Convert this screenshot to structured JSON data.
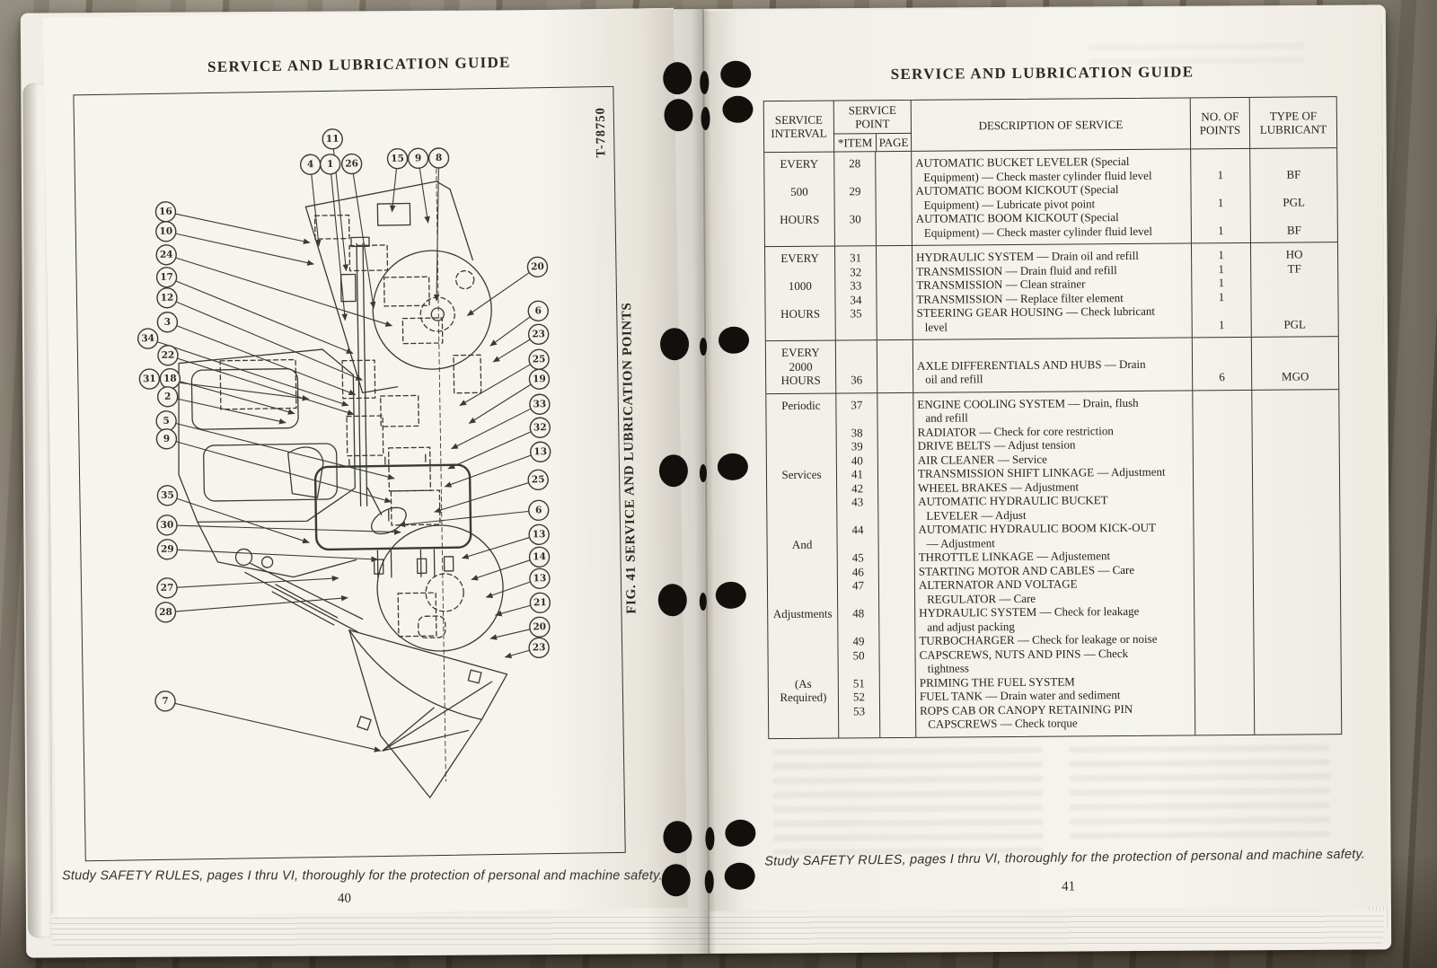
{
  "colors": {
    "page_bg": "#f4f2ec",
    "ink": "#35332d",
    "hole": "#12100c"
  },
  "left_page": {
    "title": "SERVICE AND LUBRICATION GUIDE",
    "drawing_number": "T-78750",
    "figure_caption": "FIG. 41 SERVICE AND LUBRICATION POINTS",
    "footer": "Study SAFETY RULES, pages I thru VI, thoroughly for the protection of personal and machine safety.",
    "page_number": "40",
    "diagram": {
      "callouts": [
        {
          "n": "11",
          "c": [
            287,
            53
          ],
          "t": [
            300,
            200
          ]
        },
        {
          "n": "4",
          "c": [
            262,
            81
          ],
          "t": [
            270,
            172
          ]
        },
        {
          "n": "1",
          "c": [
            284,
            81
          ],
          "t": [
            298,
            255
          ]
        },
        {
          "n": "26",
          "c": [
            308,
            81
          ],
          "t": [
            330,
            242
          ]
        },
        {
          "n": "15",
          "c": [
            359,
            76
          ],
          "t": [
            352,
            135
          ]
        },
        {
          "n": "9",
          "c": [
            382,
            76
          ],
          "t": [
            392,
            148
          ]
        },
        {
          "n": "8",
          "c": [
            405,
            76
          ],
          "t": [
            400,
            235
          ]
        },
        {
          "n": "16",
          "c": [
            100,
            131
          ],
          "t": [
            260,
            168
          ]
        },
        {
          "n": "10",
          "c": [
            100,
            153
          ],
          "t": [
            264,
            192
          ]
        },
        {
          "n": "24",
          "c": [
            100,
            179
          ],
          "t": [
            350,
            262
          ]
        },
        {
          "n": "17",
          "c": [
            100,
            204
          ],
          "t": [
            306,
            292
          ]
        },
        {
          "n": "12",
          "c": [
            100,
            227
          ],
          "t": [
            316,
            322
          ]
        },
        {
          "n": "3",
          "c": [
            100,
            254
          ],
          "t": [
            308,
            338
          ]
        },
        {
          "n": "34",
          "c": [
            78,
            272
          ],
          "t": [
            300,
            350
          ]
        },
        {
          "n": "22",
          "c": [
            100,
            291
          ],
          "t": [
            306,
            360
          ]
        },
        {
          "n": "31",
          "c": [
            79,
            317
          ],
          "t": [
            256,
            342
          ]
        },
        {
          "n": "18",
          "c": [
            102,
            317
          ],
          "t": [
            240,
            358
          ]
        },
        {
          "n": "2",
          "c": [
            99,
            337
          ],
          "t": [
            230,
            368
          ]
        },
        {
          "n": "5",
          "c": [
            97,
            364
          ],
          "t": [
            350,
            432
          ]
        },
        {
          "n": "9",
          "c": [
            97,
            384
          ],
          "t": [
            346,
            458
          ]
        },
        {
          "n": "35",
          "c": [
            97,
            447
          ],
          "t": [
            254,
            502
          ]
        },
        {
          "n": "30",
          "c": [
            96,
            480
          ],
          "t": [
            356,
            492
          ]
        },
        {
          "n": "29",
          "c": [
            96,
            507
          ],
          "t": [
            330,
            522
          ]
        },
        {
          "n": "27",
          "c": [
            95,
            550
          ],
          "t": [
            286,
            542
          ]
        },
        {
          "n": "28",
          "c": [
            93,
            577
          ],
          "t": [
            296,
            564
          ]
        },
        {
          "n": "7",
          "c": [
            91,
            676
          ],
          "t": [
            330,
            735
          ]
        },
        {
          "n": "20",
          "c": [
            513,
            199
          ],
          "t": [
            434,
            252
          ]
        },
        {
          "n": "6",
          "c": [
            513,
            248
          ],
          "t": [
            459,
            286
          ]
        },
        {
          "n": "23",
          "c": [
            513,
            274
          ],
          "t": [
            462,
            304
          ]
        },
        {
          "n": "25",
          "c": [
            513,
            302
          ],
          "t": [
            424,
            352
          ]
        },
        {
          "n": "19",
          "c": [
            513,
            324
          ],
          "t": [
            434,
            372
          ]
        },
        {
          "n": "33",
          "c": [
            513,
            352
          ],
          "t": [
            414,
            400
          ]
        },
        {
          "n": "32",
          "c": [
            513,
            378
          ],
          "t": [
            410,
            422
          ]
        },
        {
          "n": "13",
          "c": [
            513,
            405
          ],
          "t": [
            406,
            442
          ]
        },
        {
          "n": "25",
          "c": [
            510,
            436
          ],
          "t": [
            394,
            470
          ]
        },
        {
          "n": "6",
          "c": [
            510,
            470
          ],
          "t": [
            354,
            484
          ]
        },
        {
          "n": "13",
          "c": [
            510,
            497
          ],
          "t": [
            424,
            522
          ]
        },
        {
          "n": "14",
          "c": [
            510,
            522
          ],
          "t": [
            434,
            546
          ]
        },
        {
          "n": "13",
          "c": [
            510,
            546
          ],
          "t": [
            450,
            566
          ]
        },
        {
          "n": "21",
          "c": [
            510,
            573
          ],
          "t": [
            460,
            586
          ]
        },
        {
          "n": "20",
          "c": [
            509,
            600
          ],
          "t": [
            454,
            612
          ]
        },
        {
          "n": "23",
          "c": [
            508,
            623
          ],
          "t": [
            470,
            633
          ]
        }
      ]
    }
  },
  "right_page": {
    "title": "SERVICE AND LUBRICATION GUIDE",
    "footer": "Study SAFETY RULES, pages I thru VI, thoroughly for the protection of personal and machine safety.",
    "page_number": "41",
    "table": {
      "headers": {
        "interval": "SERVICE\nINTERVAL",
        "service_point": "SERVICE\nPOINT",
        "item": "*ITEM",
        "page": "PAGE",
        "description": "DESCRIPTION OF SERVICE",
        "points": "NO. OF\nPOINTS",
        "lubricant": "TYPE OF\nLUBRICANT"
      },
      "sections": [
        {
          "rows": [
            {
              "interval": "EVERY",
              "item": "28",
              "desc": [
                "AUTOMATIC BUCKET LEVELER (Special",
                "Equipment) — Check master cylinder fluid level"
              ],
              "points": "1",
              "lub": "BF"
            },
            {
              "interval": "500",
              "item": "29",
              "desc": [
                "AUTOMATIC BOOM KICKOUT (Special",
                "Equipment) — Lubricate pivot point"
              ],
              "points": "1",
              "lub": "PGL"
            },
            {
              "interval": "HOURS",
              "item": "30",
              "desc": [
                "AUTOMATIC BOOM KICKOUT (Special",
                "Equipment) — Check master cylinder fluid level"
              ],
              "points": "1",
              "lub": "BF"
            }
          ]
        },
        {
          "rows": [
            {
              "interval": "EVERY",
              "item": "31",
              "desc": [
                "HYDRAULIC SYSTEM — Drain oil and refill"
              ],
              "points": "1",
              "lub": "HO"
            },
            {
              "interval": "",
              "item": "32",
              "desc": [
                "TRANSMISSION — Drain fluid and refill"
              ],
              "points": "1",
              "lub": "TF"
            },
            {
              "interval": "1000",
              "item": "33",
              "desc": [
                "TRANSMISSION — Clean strainer"
              ],
              "points": "1",
              "lub": ""
            },
            {
              "interval": "",
              "item": "34",
              "desc": [
                "TRANSMISSION — Replace filter element"
              ],
              "points": "1",
              "lub": ""
            },
            {
              "interval": "HOURS",
              "item": "35",
              "desc": [
                "STEERING GEAR HOUSING — Check lubricant",
                "level"
              ],
              "points": "1",
              "lub": "PGL"
            }
          ]
        },
        {
          "rows": [
            {
              "interval": "EVERY\n2000\nHOURS",
              "item": "36",
              "desc": [
                "AXLE DIFFERENTIALS AND HUBS — Drain",
                "oil and refill"
              ],
              "points": "6",
              "lub": "MGO",
              "desc_pos": "bottom"
            }
          ]
        },
        {
          "rows": [
            {
              "interval": "Periodic",
              "item": "37",
              "desc": [
                "ENGINE COOLING SYSTEM — Drain, flush",
                "and refill"
              ],
              "points": "",
              "lub": ""
            },
            {
              "interval": "",
              "item": "38",
              "desc": [
                "RADIATOR — Check for core restriction"
              ],
              "points": "",
              "lub": ""
            },
            {
              "interval": "",
              "item": "39",
              "desc": [
                "DRIVE BELTS — Adjust tension"
              ],
              "points": "",
              "lub": ""
            },
            {
              "interval": "",
              "item": "40",
              "desc": [
                "AIR CLEANER — Service"
              ],
              "points": "",
              "lub": ""
            },
            {
              "interval": "Services",
              "item": "41",
              "desc": [
                "TRANSMISSION SHIFT LINKAGE — Adjustment"
              ],
              "points": "",
              "lub": ""
            },
            {
              "interval": "",
              "item": "42",
              "desc": [
                "WHEEL BRAKES — Adjustment"
              ],
              "points": "",
              "lub": ""
            },
            {
              "interval": "",
              "item": "43",
              "desc": [
                "AUTOMATIC HYDRAULIC BUCKET",
                "LEVELER — Adjust"
              ],
              "points": "",
              "lub": ""
            },
            {
              "interval": "And",
              "interval_pos": "bottom",
              "item": "44",
              "desc": [
                "AUTOMATIC HYDRAULIC BOOM KICK-OUT",
                "— Adjustment"
              ],
              "points": "",
              "lub": ""
            },
            {
              "interval": "",
              "item": "45",
              "desc": [
                "THROTTLE LINKAGE — Adjustement"
              ],
              "points": "",
              "lub": ""
            },
            {
              "interval": "",
              "item": "46",
              "desc": [
                "STARTING MOTOR AND CABLES — Care"
              ],
              "points": "",
              "lub": ""
            },
            {
              "interval": "",
              "item": "47",
              "desc": [
                "ALTERNATOR AND VOLTAGE",
                "REGULATOR — Care"
              ],
              "points": "",
              "lub": ""
            },
            {
              "interval": "Adjustments",
              "item": "48",
              "desc": [
                "HYDRAULIC SYSTEM — Check for leakage",
                "and adjust packing"
              ],
              "points": "",
              "lub": ""
            },
            {
              "interval": "",
              "item": "49",
              "desc": [
                "TURBOCHARGER — Check for leakage or noise"
              ],
              "points": "",
              "lub": ""
            },
            {
              "interval": "",
              "item": "50",
              "desc": [
                "CAPSCREWS, NUTS AND PINS — Check",
                "tightness"
              ],
              "points": "",
              "lub": ""
            },
            {
              "interval": "(As",
              "item": "51",
              "desc": [
                "PRIMING THE FUEL SYSTEM"
              ],
              "points": "",
              "lub": ""
            },
            {
              "interval": "Required)",
              "item": "52",
              "desc": [
                "FUEL TANK — Drain water and sediment"
              ],
              "points": "",
              "lub": ""
            },
            {
              "interval": "",
              "item": "53",
              "desc": [
                "ROPS CAB OR CANOPY RETAINING PIN",
                "CAPSCREWS — Check torque"
              ],
              "points": "",
              "lub": ""
            }
          ]
        }
      ]
    }
  }
}
